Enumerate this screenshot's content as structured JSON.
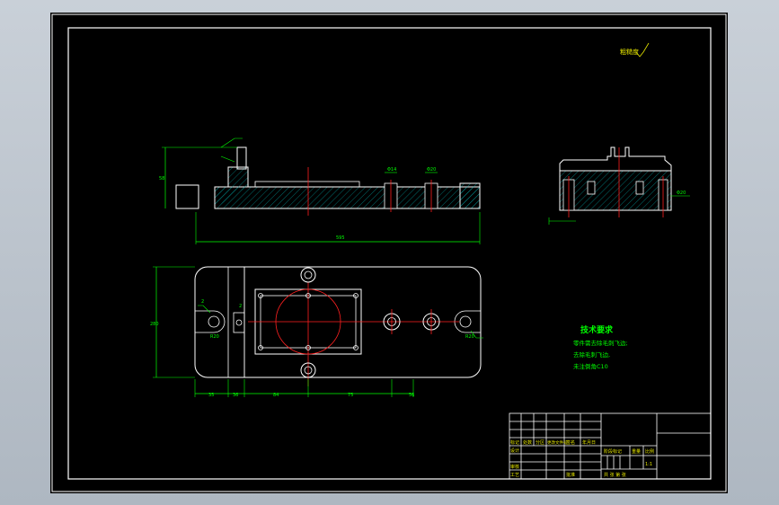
{
  "drawing": {
    "surface_note": "粗糙度",
    "dims": {
      "overall_length": "595",
      "height_left": "58",
      "slot_a": "Φ14",
      "slot_b": "Φ20",
      "top_width": "280",
      "d1": "35",
      "d2": "36",
      "d3": "84",
      "d4": "75",
      "d5": "56",
      "h1": "2",
      "h2": "2",
      "r1": "R20",
      "r2": "R20",
      "side_dim": "Φ20"
    },
    "requirements": {
      "title": "技术要求",
      "lines": [
        "零件需去除毛刺飞边;",
        "去除毛刺飞边,",
        "未注倒角C10"
      ]
    },
    "title_block": {
      "row_labels": [
        "标记",
        "处数",
        "分区",
        "更改文件号",
        "签名",
        "年月日"
      ],
      "design": "设计",
      "check": "审核",
      "process": "工艺",
      "approve": "批准",
      "stage_label": "阶段标记",
      "weight_label": "重量",
      "scale_label": "比例",
      "scale_value": "1:1",
      "sheet_label": "共 张 第 张"
    }
  },
  "colors": {
    "line": "#ffffff",
    "dim": "#00ff00",
    "center": "#ff2020",
    "hatch": "#00c8c8",
    "text": "#e6e600"
  }
}
